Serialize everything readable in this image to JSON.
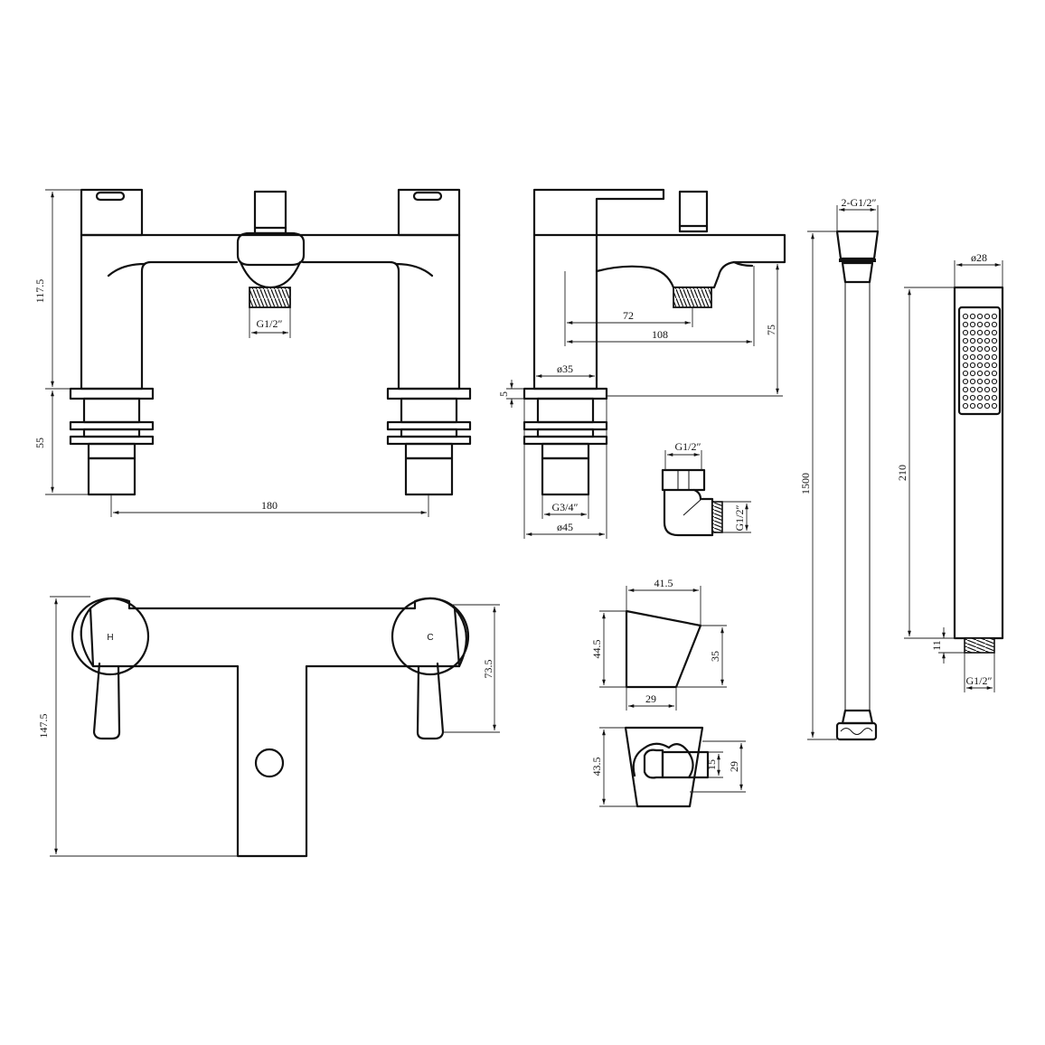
{
  "front_view": {
    "height_label": "117.5",
    "lower_height_label": "55",
    "centres_label": "180",
    "outlet_thread_label": "G1/2″"
  },
  "side_view": {
    "reach_inner_label": "72",
    "reach_outer_label": "108",
    "spout_height_label": "75",
    "body_dia_label": "ø35",
    "deck_plate_label": "5",
    "thread_label": "G3/4″",
    "base_dia_label": "ø45"
  },
  "elbow": {
    "top_thread_label": "G1/2″",
    "side_thread_label": "G1/2″"
  },
  "plan_view": {
    "depth_label": "147.5",
    "handle_depth_label": "73.5",
    "hot_label": "H",
    "cold_label": "C"
  },
  "holder_side": {
    "top_width_label": "41.5",
    "left_height_label": "44.5",
    "right_height_label": "35",
    "bottom_width_label": "29"
  },
  "holder_front": {
    "height_label": "43.5",
    "inner_label": "15",
    "outer_label": "29"
  },
  "hose": {
    "thread_label": "2-G1/2″",
    "length_label": "1500"
  },
  "handset": {
    "dia_label": "ø28",
    "length_label": "210",
    "thread_len_label": "11",
    "thread_label": "G1/2″"
  }
}
